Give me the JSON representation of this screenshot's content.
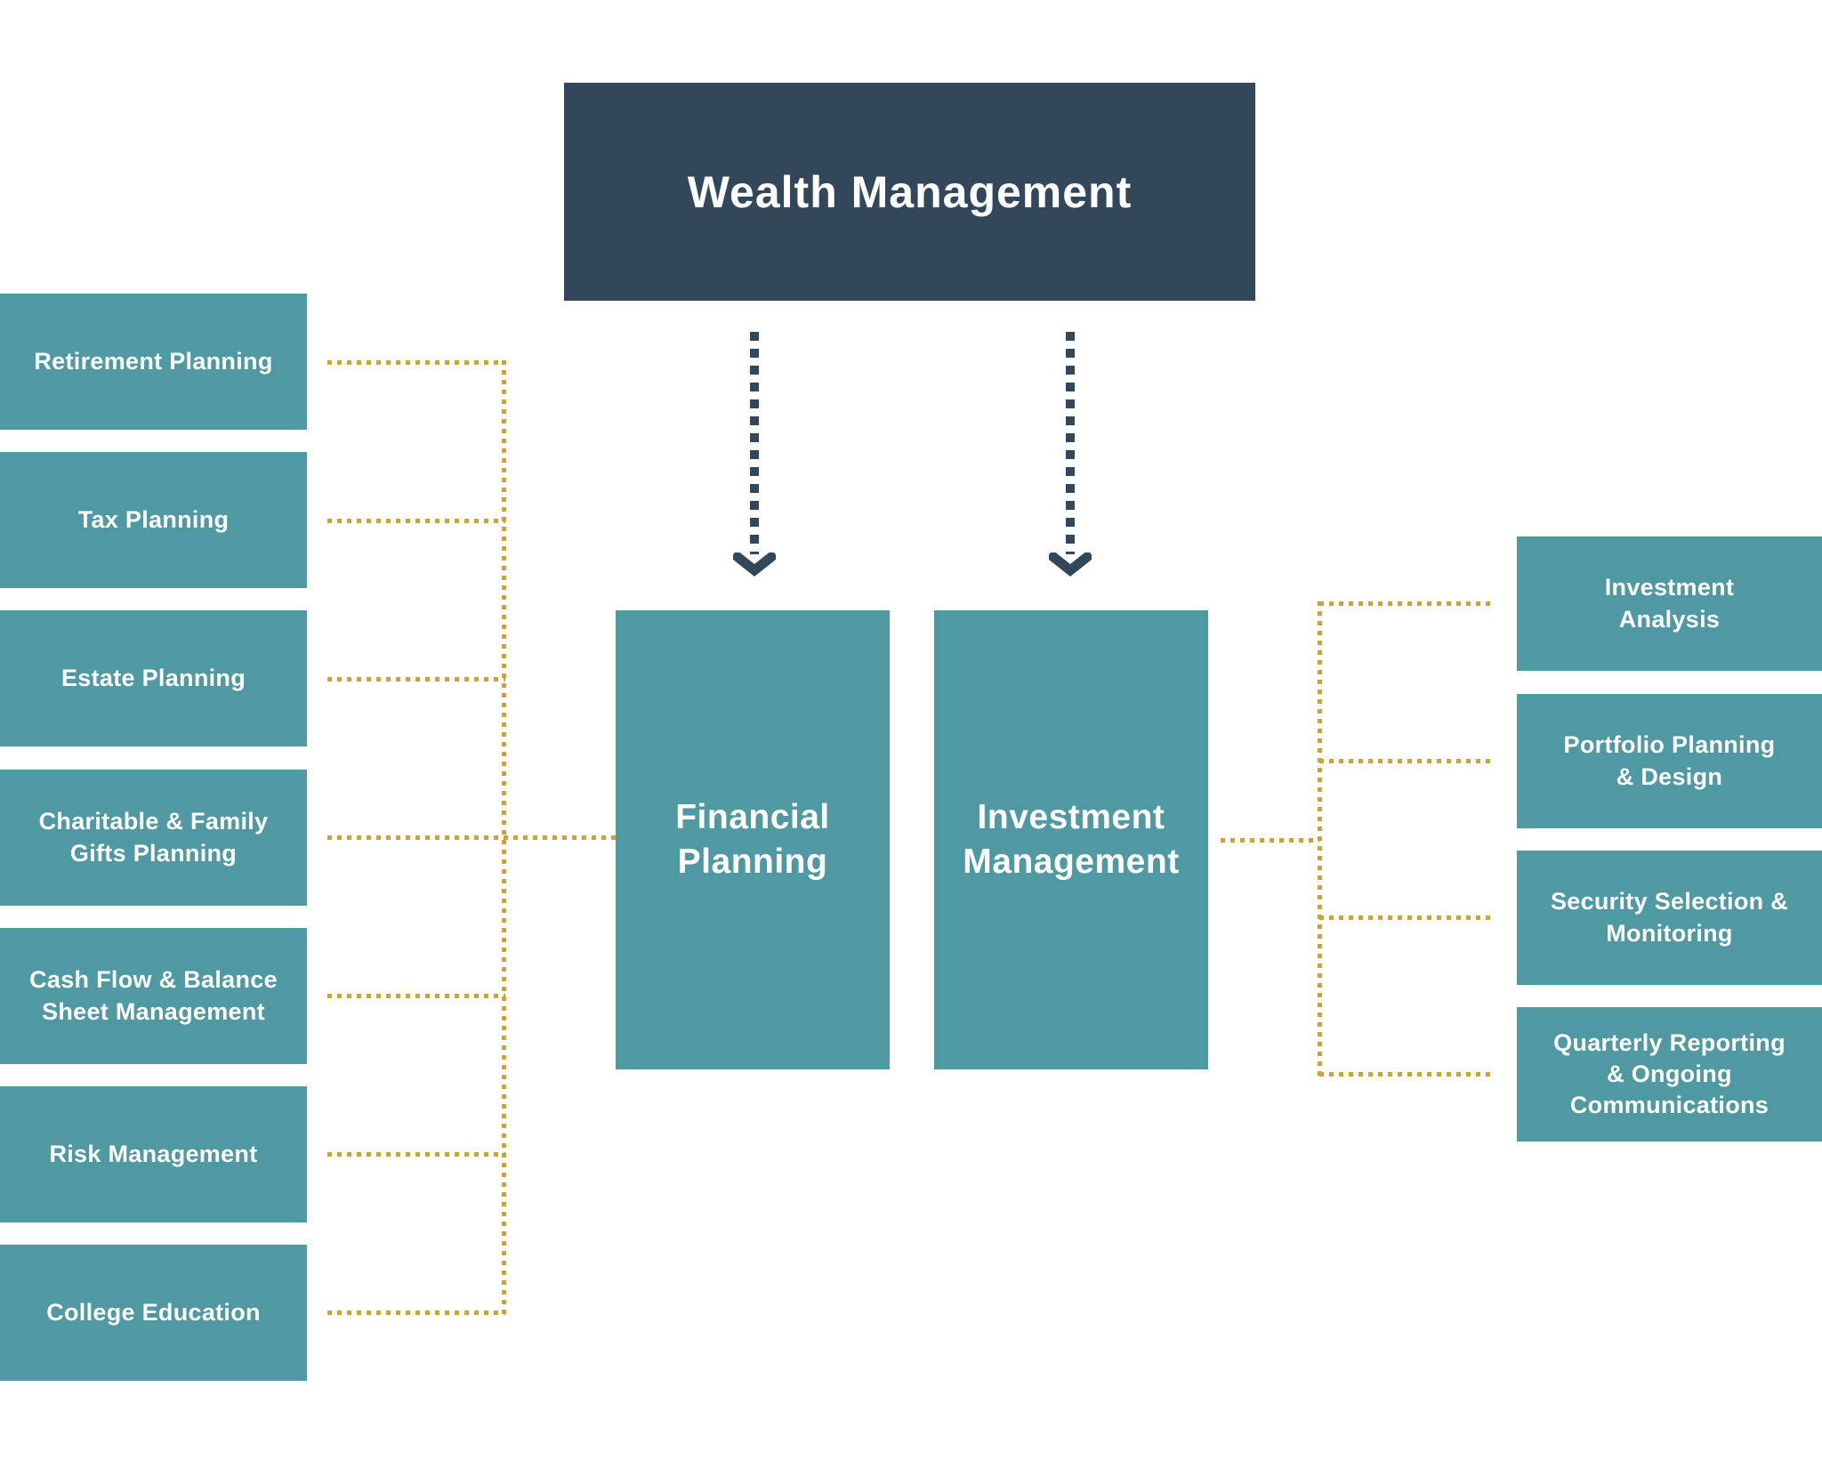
{
  "diagram": {
    "root": {
      "label": "Wealth Management"
    },
    "branches": [
      {
        "label": "Financial\nPlanning"
      },
      {
        "label": "Investment\nManagement"
      }
    ],
    "left_items": [
      {
        "label": "Retirement Planning"
      },
      {
        "label": "Tax Planning"
      },
      {
        "label": "Estate Planning"
      },
      {
        "label": "Charitable & Family\nGifts Planning"
      },
      {
        "label": "Cash Flow & Balance\nSheet Management"
      },
      {
        "label": "Risk Management"
      },
      {
        "label": "College Education"
      }
    ],
    "right_items": [
      {
        "label": "Investment\nAnalysis"
      },
      {
        "label": "Portfolio Planning\n& Design"
      },
      {
        "label": "Security Selection &\nMonitoring"
      },
      {
        "label": "Quarterly Reporting\n& Ongoing\nCommunications"
      }
    ],
    "colors": {
      "navy": "#33475A",
      "teal": "#4F99A3",
      "gold": "#CEA233",
      "text": "#FFFFFF",
      "background": "#FFFFFF"
    }
  }
}
